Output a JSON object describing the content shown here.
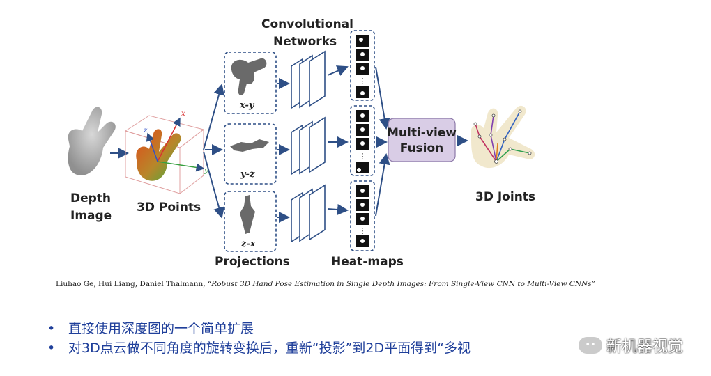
{
  "diagram": {
    "labels": {
      "depth_image_1": "Depth",
      "depth_image_2": "Image",
      "points_3d": "3D Points",
      "conv_1": "Convolutional",
      "conv_2": "Networks",
      "proj_xy": "x-y",
      "proj_yz": "y-z",
      "proj_zx": "z-x",
      "projections": "Projections",
      "heatmaps": "Heat-maps",
      "fusion_1": "Multi-view",
      "fusion_2": "Fusion",
      "joints": "3D Joints",
      "axis_x": "x",
      "axis_y": "y",
      "axis_z": "z"
    },
    "colors": {
      "arrow": "#2e4f86",
      "dashed_border": "#2e4f86",
      "fusion_fill": "#d9cde6",
      "fusion_border": "#8c78a8"
    }
  },
  "citation": {
    "authors": "Liuhao Ge, Hui Liang, Daniel Thalmann, ",
    "title": "“Robust 3D Hand Pose Estimation in Single Depth Images: From Single-View CNN to Multi-View CNNs”"
  },
  "bullets": [
    "直接使用深度图的一个简单扩展",
    "对3D点云做不同角度的旋转变换后，重新“投影”到2D平面得到“多视"
  ],
  "bullet_symbol": "•",
  "watermark": {
    "icon": "wechat-icon",
    "icon_text": "••",
    "text": "新机器视觉"
  }
}
